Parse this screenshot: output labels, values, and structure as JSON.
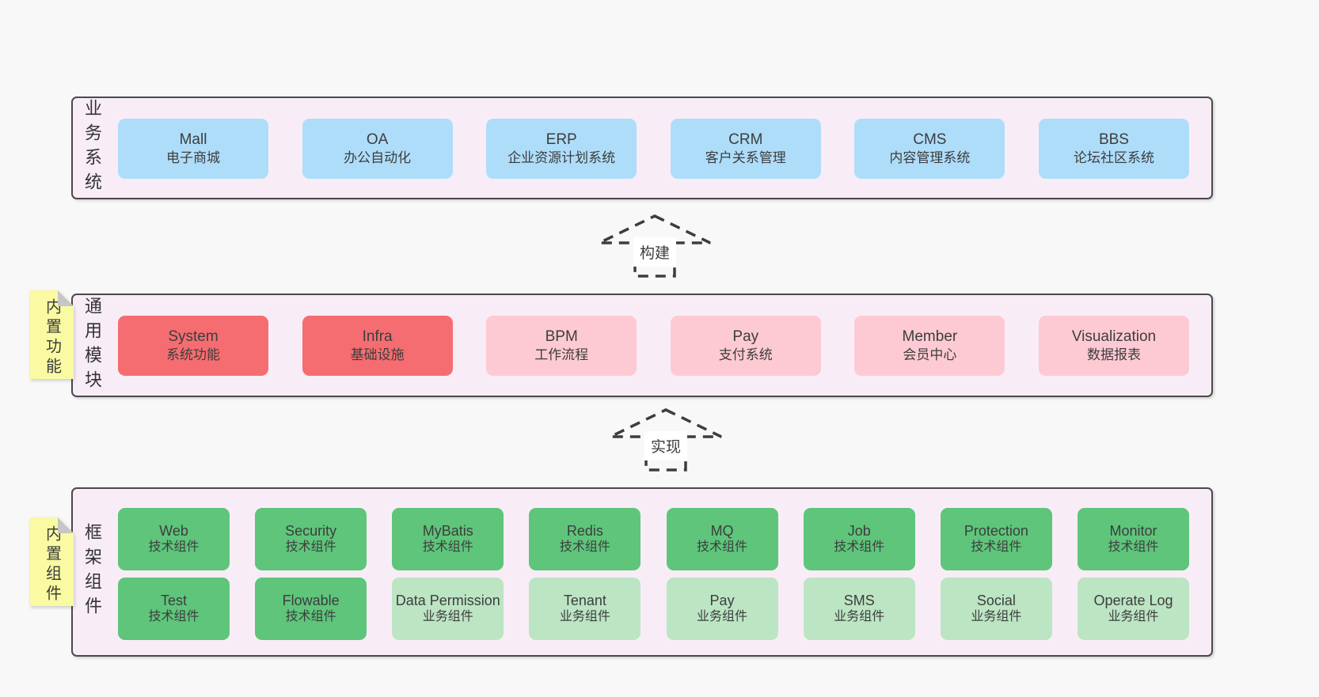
{
  "page": {
    "background": "#f8f8f8",
    "band_background": "#f8edf6",
    "band_border": "#4a4a4a"
  },
  "colors": {
    "blue": "#aeddfa",
    "red": "#f56d71",
    "pink": "#fdcad3",
    "green": "#5ec57b",
    "lightgreen": "#bce5c3",
    "note_yellow": "#fafaa3",
    "text": "#3d3d3d"
  },
  "bands": [
    {
      "id": "business-systems",
      "label": "业务系统",
      "boxes": [
        {
          "name": "Mall",
          "desc": "电子商城",
          "color": "blue"
        },
        {
          "name": "OA",
          "desc": "办公自动化",
          "color": "blue"
        },
        {
          "name": "ERP",
          "desc": "企业资源计划系统",
          "color": "blue"
        },
        {
          "name": "CRM",
          "desc": "客户关系管理",
          "color": "blue"
        },
        {
          "name": "CMS",
          "desc": "内容管理系统",
          "color": "blue"
        },
        {
          "name": "BBS",
          "desc": "论坛社区系统",
          "color": "blue"
        }
      ]
    },
    {
      "id": "common-modules",
      "label": "通用模块",
      "note": "内置功能",
      "boxes": [
        {
          "name": "System",
          "desc": "系统功能",
          "color": "red"
        },
        {
          "name": "Infra",
          "desc": "基础设施",
          "color": "red"
        },
        {
          "name": "BPM",
          "desc": "工作流程",
          "color": "pink"
        },
        {
          "name": "Pay",
          "desc": "支付系统",
          "color": "pink"
        },
        {
          "name": "Member",
          "desc": "会员中心",
          "color": "pink"
        },
        {
          "name": "Visualization",
          "desc": "数据报表",
          "color": "pink"
        }
      ]
    },
    {
      "id": "framework-components",
      "label": "框架组件",
      "note": "内置组件",
      "rows": [
        [
          {
            "name": "Web",
            "desc": "技术组件",
            "color": "green"
          },
          {
            "name": "Security",
            "desc": "技术组件",
            "color": "green"
          },
          {
            "name": "MyBatis",
            "desc": "技术组件",
            "color": "green"
          },
          {
            "name": "Redis",
            "desc": "技术组件",
            "color": "green"
          },
          {
            "name": "MQ",
            "desc": "技术组件",
            "color": "green"
          },
          {
            "name": "Job",
            "desc": "技术组件",
            "color": "green"
          },
          {
            "name": "Protection",
            "desc": "技术组件",
            "color": "green"
          },
          {
            "name": "Monitor",
            "desc": "技术组件",
            "color": "green"
          }
        ],
        [
          {
            "name": "Test",
            "desc": "技术组件",
            "color": "green"
          },
          {
            "name": "Flowable",
            "desc": "技术组件",
            "color": "green"
          },
          {
            "name": "Data Permission",
            "desc": "业务组件",
            "color": "lightgreen"
          },
          {
            "name": "Tenant",
            "desc": "业务组件",
            "color": "lightgreen"
          },
          {
            "name": "Pay",
            "desc": "业务组件",
            "color": "lightgreen"
          },
          {
            "name": "SMS",
            "desc": "业务组件",
            "color": "lightgreen"
          },
          {
            "name": "Social",
            "desc": "业务组件",
            "color": "lightgreen"
          },
          {
            "name": "Operate Log",
            "desc": "业务组件",
            "color": "lightgreen"
          }
        ]
      ]
    }
  ],
  "arrows": [
    {
      "label": "构建"
    },
    {
      "label": "实现"
    }
  ]
}
